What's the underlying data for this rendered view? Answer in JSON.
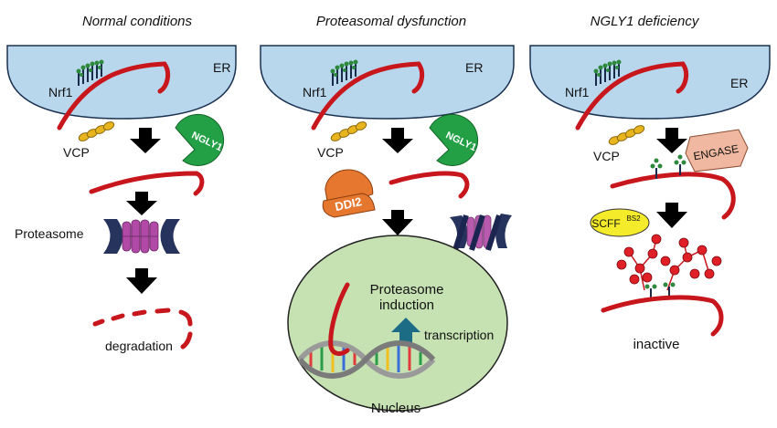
{
  "panels": [
    {
      "title": "Normal conditions",
      "er": "ER",
      "nrf1": "Nrf1",
      "vcp": "VCP",
      "ngly1": "NGLY1",
      "proteasome": "Proteasome",
      "outcome": "degradation"
    },
    {
      "title": "Proteasomal dysfunction",
      "er": "ER",
      "nrf1": "Nrf1",
      "vcp": "VCP",
      "ngly1": "NGLY1",
      "ddi2": "DDI2",
      "induction_line1": "Proteasome",
      "induction_line2": "induction",
      "transcription": "transcription",
      "nucleus": "Nucleus"
    },
    {
      "title": "NGLY1 deficiency",
      "er": "ER",
      "nrf1": "Nrf1",
      "vcp": "VCP",
      "engase": "ENGASE",
      "scff": "SCFF",
      "scff_sup": "BS2",
      "outcome": "inactive"
    }
  ],
  "colors": {
    "er": "#b9d7ec",
    "nrf1": "#c8161d",
    "vcp": "#e8b51f",
    "ngly1": "#23a046",
    "ddi2": "#e5772f",
    "engase": "#f0b8a0",
    "scff": "#f4ec2a",
    "proteasome_core": "#b14aa6",
    "proteasome_cap": "#26335c",
    "nucleus": "#c6e2b3",
    "arrow": "#000000",
    "transcription_arrow": "#1d6c86"
  }
}
